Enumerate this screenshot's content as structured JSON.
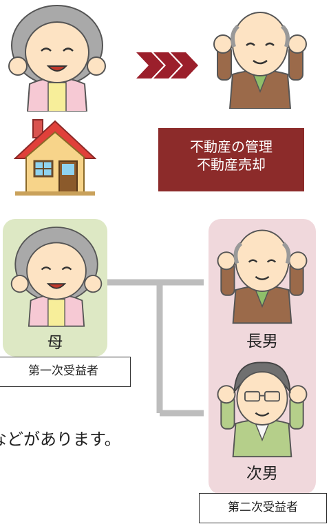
{
  "management_box": {
    "line1": "不動産の管理",
    "line2": "不動産売却"
  },
  "mother": {
    "relation": "母",
    "role": "第一次受益者"
  },
  "eldest_son": {
    "relation": "長男"
  },
  "second_son": {
    "relation": "次男",
    "role": "第二次受益者"
  },
  "sentence_fragment": "などがあります。",
  "colors": {
    "management_box": "#8c2b2a",
    "mother_panel": "#dde8c4",
    "sons_panel": "#f0d8dc",
    "connector": "#bdbdbd",
    "arrows": "#9b1f2b"
  }
}
